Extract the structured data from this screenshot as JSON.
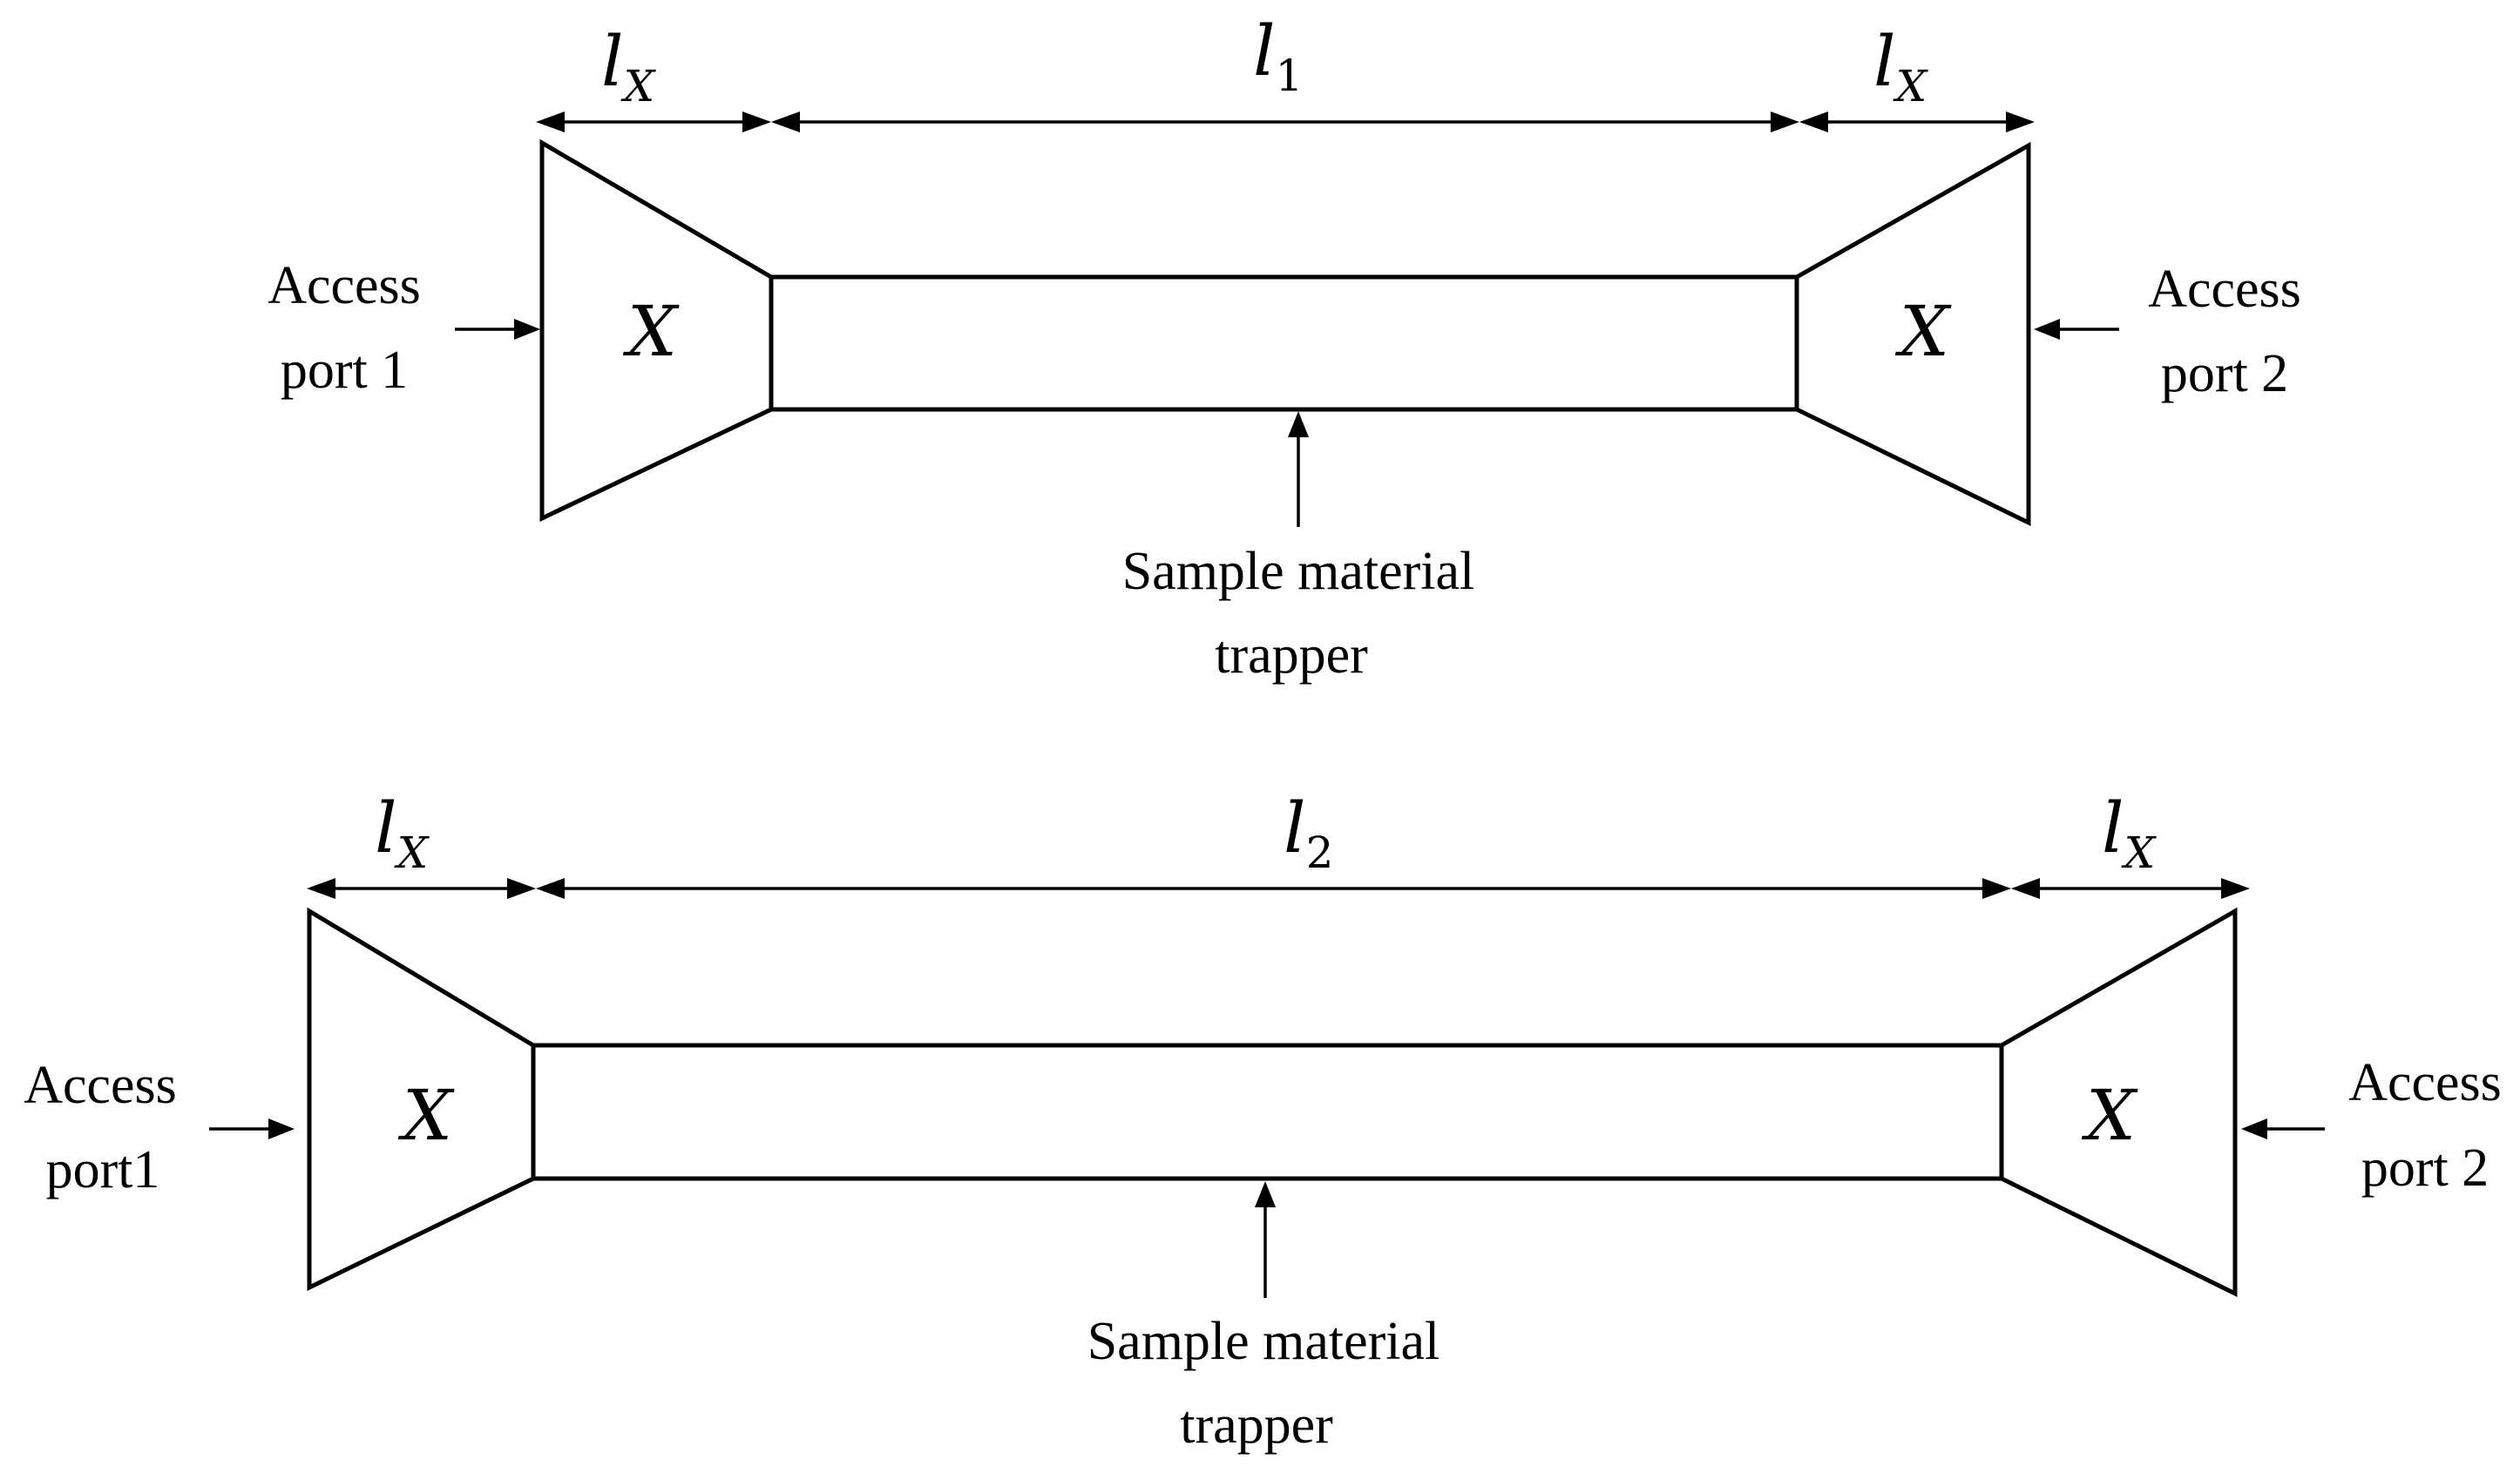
{
  "top": {
    "dim_left": {
      "main": "l",
      "sub": "X"
    },
    "dim_middle": {
      "main": "l",
      "sub": "1"
    },
    "dim_right": {
      "main": "l",
      "sub": "X"
    },
    "left_section_label": "X",
    "right_section_label": "X",
    "port_left": {
      "line1": "Access",
      "line2": "port 1"
    },
    "port_right": {
      "line1": "Access",
      "line2": "port 2"
    },
    "trapper_label": {
      "line1": "Sample material",
      "line2": "trapper"
    }
  },
  "bottom": {
    "dim_left": {
      "main": "l",
      "sub": "X"
    },
    "dim_middle": {
      "main": "l",
      "sub": "2"
    },
    "dim_right": {
      "main": "l",
      "sub": "X"
    },
    "left_section_label": "X",
    "right_section_label": "X",
    "port_left": {
      "line1": "Access",
      "line2": "port1"
    },
    "port_right": {
      "line1": "Access",
      "line2": "port 2"
    },
    "trapper_label": {
      "line1": "Sample material",
      "line2": "trapper"
    }
  }
}
